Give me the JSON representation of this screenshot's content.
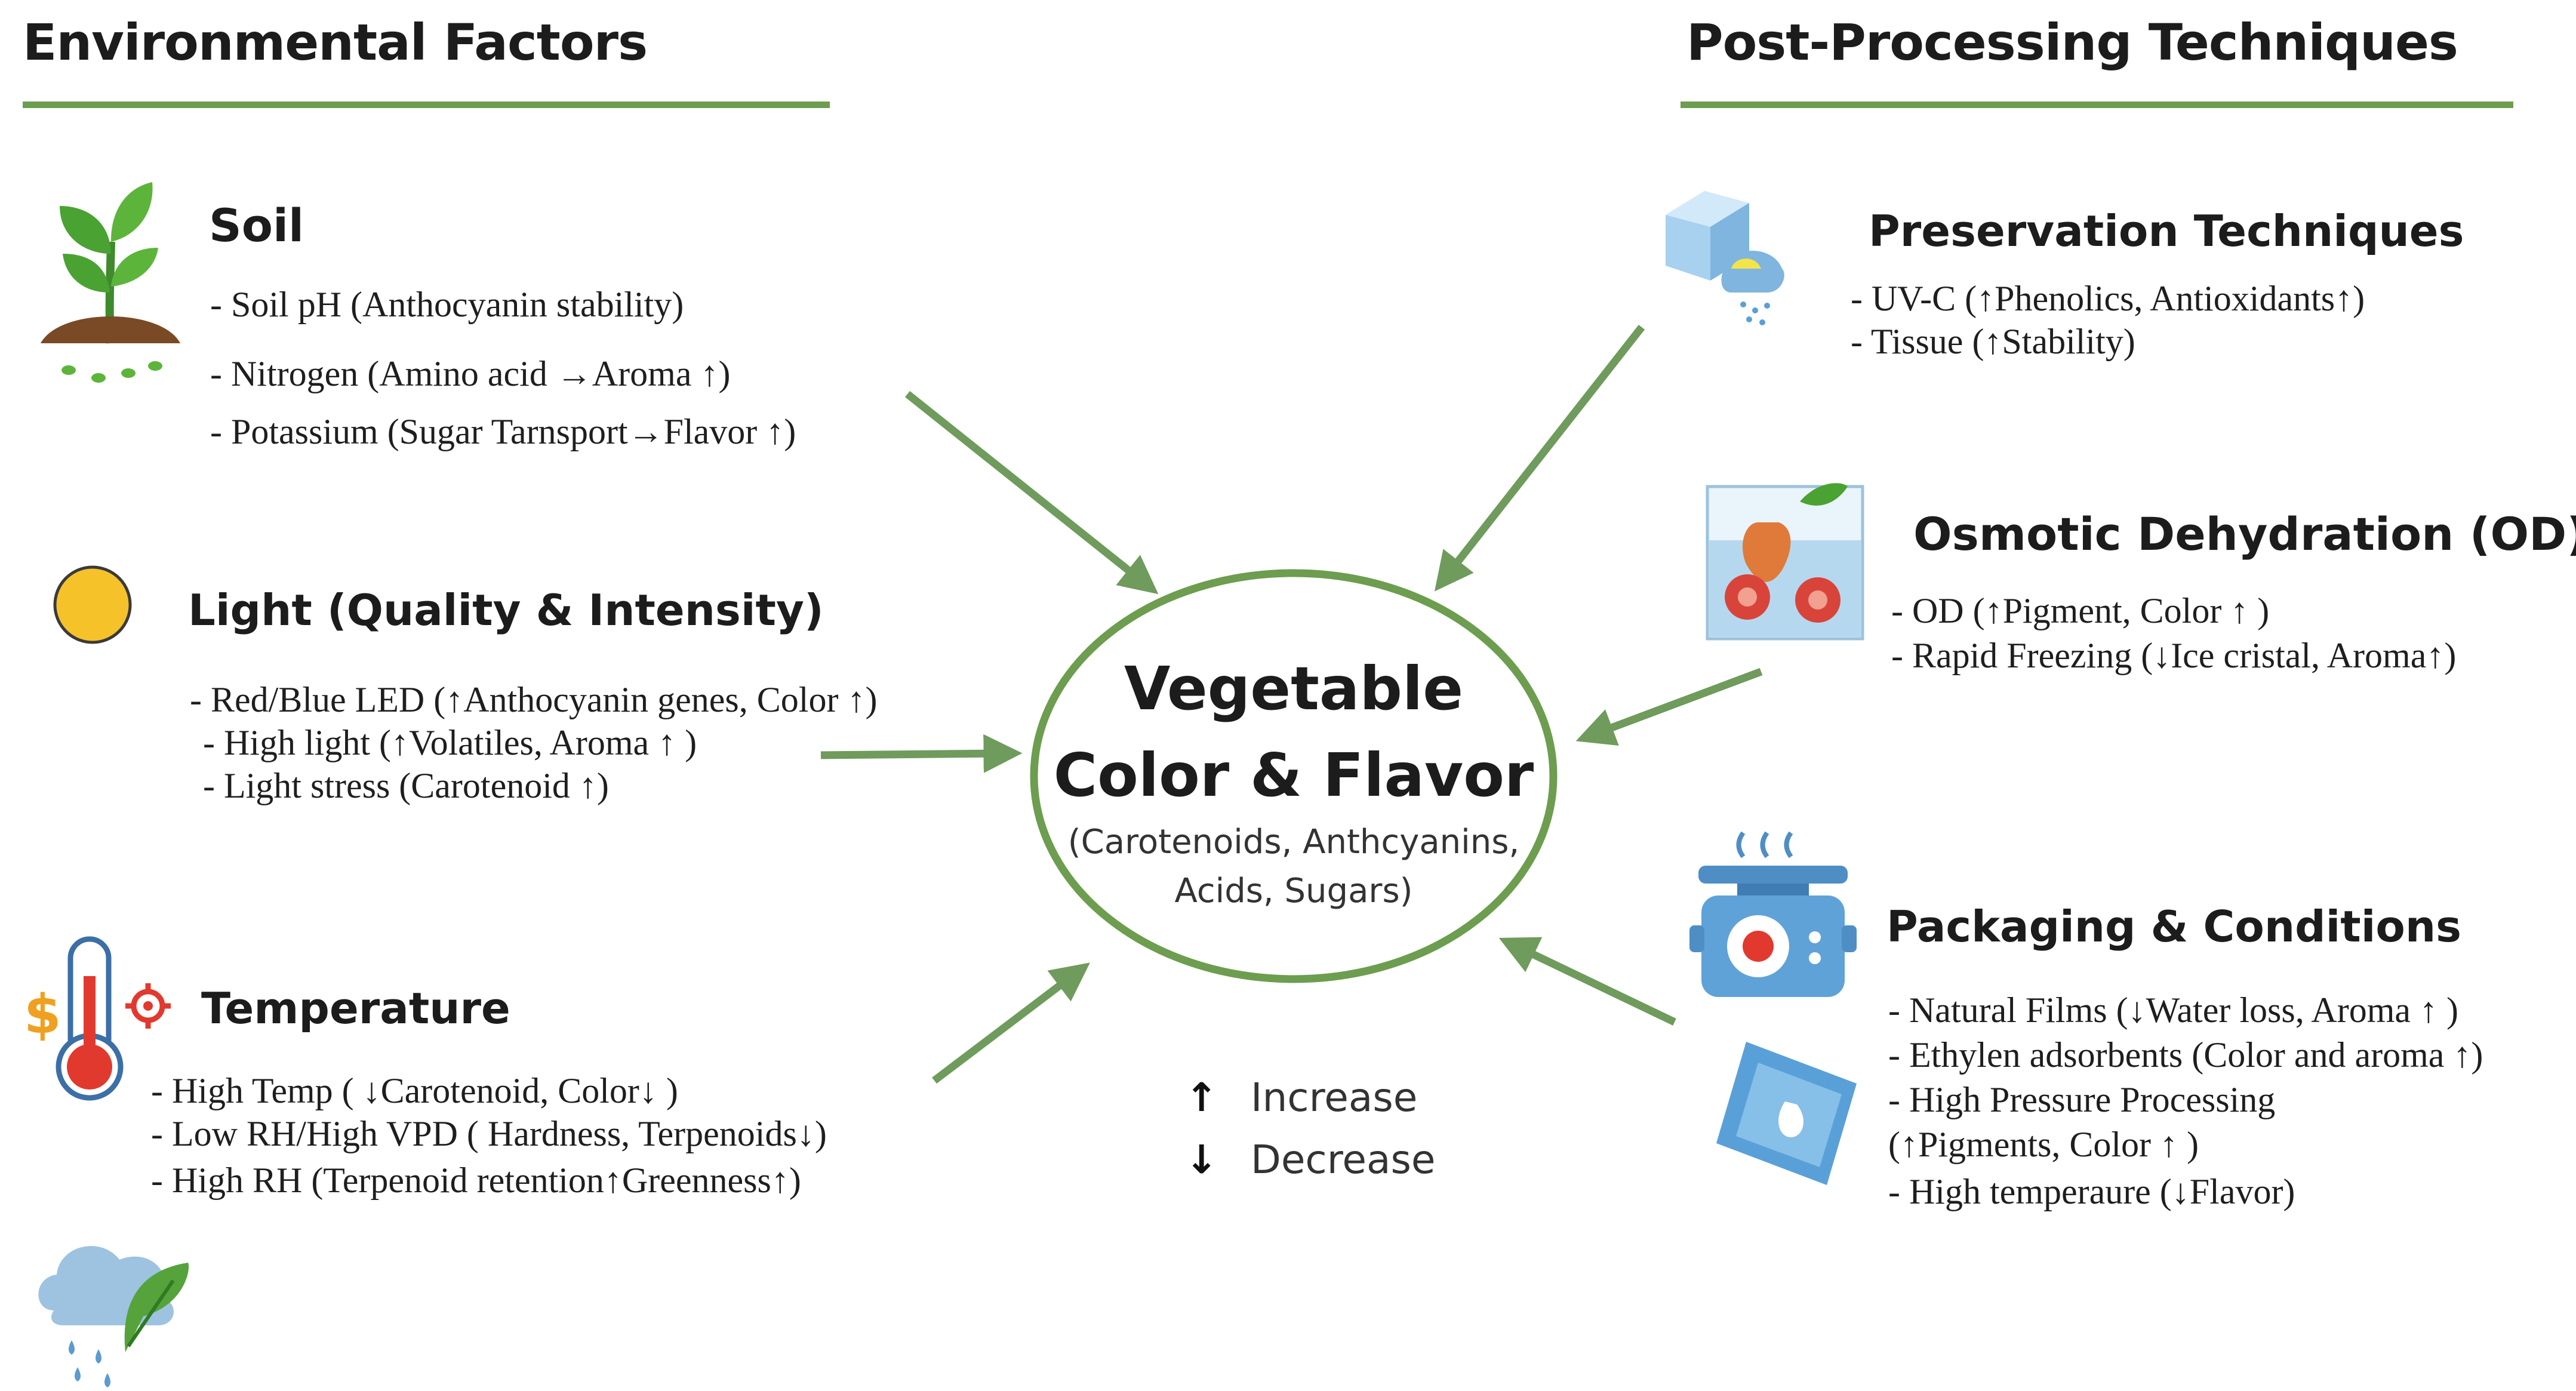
{
  "left": {
    "header": "Environmental Factors",
    "groups": [
      {
        "title": "Soil",
        "icon": "seedling-icon",
        "items": [
          "-  Soil pH (Anthocyanin stability)",
          "-  Nitrogen (Amino acid →Aroma ↑)",
          "-  Potassium (Sugar Tarnsport→Flavor ↑)"
        ]
      },
      {
        "title": "Light (Quality & Intensity)",
        "icon": "sun-icon",
        "items": [
          "-  Red/Blue LED (↑Anthocyanin genes, Color ↑)",
          "- High light (↑Volatiles, Aroma ↑ )",
          "- Light stress (Carotenoid ↑)"
        ]
      },
      {
        "title": "Temperature",
        "icon": "thermometer-icon",
        "items": [
          "- High Temp ( ↓Carotenoid, Color↓ )",
          "- Low RH/High VPD (  Hardness, Terpenoids↓)",
          "- High RH (Terpenoid retention↑Greenness↑)"
        ]
      }
    ]
  },
  "right": {
    "header": "Post-Processing Techniques",
    "groups": [
      {
        "title": "Preservation Techniques",
        "icon": "ice-cube-uv-icon",
        "items": [
          "- UV-C (↑Phenolics, Antioxidants↑)",
          "- Tissue (↑Stability)"
        ]
      },
      {
        "title": "Osmotic Dehydration (OD)",
        "icon": "osmotic-tank-icon",
        "items": [
          "- OD (↑Pigment, Color ↑ )",
          "- Rapid Freezing (↓Ice cristal, Aroma↑)"
        ]
      },
      {
        "title": "Packaging & Conditions",
        "icon": "pressure-cooker-icon",
        "items": [
          "- Natural Films (↓Water loss, Aroma  ↑ )",
          "- Ethylen adsorbents (Color and aroma  ↑)",
          "- High Pressure Processing",
          "(↑Pigments, Color ↑ )",
          "- High temperaure (↓Flavor)"
        ]
      }
    ]
  },
  "center": {
    "title_line1": "Vegetable",
    "title_line2": "Color & Flavor",
    "subtitle_line1": "(Carotenoids, Anthcyanins,",
    "subtitle_line2": "Acids, Sugars)"
  },
  "legend": {
    "up_glyph": "↑",
    "up_label": "Increase",
    "down_glyph": "↓",
    "down_label": "Decrease"
  },
  "colors": {
    "accent_green": "#6d9d4f",
    "arrow_green": "#6f9b5c",
    "sun_yellow": "#f6c22a",
    "thermo_red": "#e2392e"
  }
}
